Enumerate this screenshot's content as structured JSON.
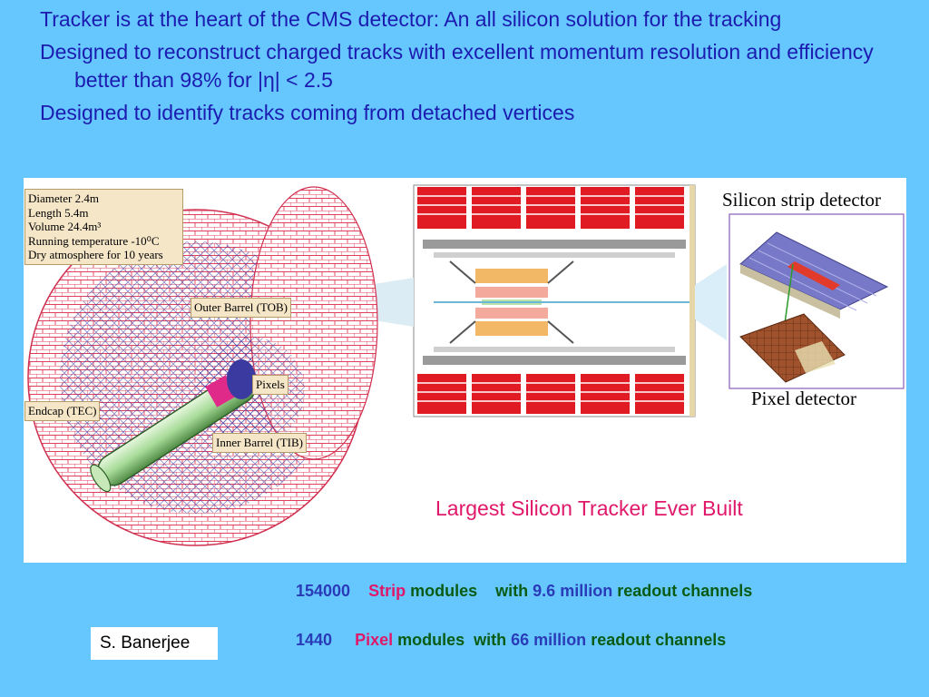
{
  "bullets": [
    "Tracker is at the heart of the CMS detector:  An all silicon solution for the tracking",
    "Designed to reconstruct charged tracks  with excellent momentum resolution and efficiency better than 98% for |η| < 2.5",
    "Designed to identify tracks coming from detached vertices"
  ],
  "figure": {
    "specs": [
      "Diameter 2.4m",
      "Length 5.4m",
      "Volume 24.4m³",
      "Running temperature -10⁰C",
      "Dry atmosphere for 10 years"
    ],
    "labels": {
      "outer_barrel": "Outer Barrel (TOB)",
      "pixels": "Pixels",
      "endcap": "Endcap (TEC)",
      "inner_barrel": "Inner Barrel (TIB)"
    },
    "strip_title": "Silicon strip detector",
    "pixel_title": "Pixel detector"
  },
  "callout": "Largest Silicon Tracker Ever Built",
  "stats": [
    {
      "count": "154000",
      "type": "Strip",
      "modules": "modules",
      "with": "with",
      "amount": "9.6 million",
      "readout": "readout  channels"
    },
    {
      "count": "1440",
      "type": "Pixel",
      "modules": "modules",
      "with": "with",
      "amount": "66 million",
      "readout": "readout channels"
    }
  ],
  "author": "S. Banerjee",
  "colors": {
    "background": "#66c7ff",
    "bullet_text": "#1b1bb0",
    "highlight": "#e0186a",
    "stat_green": "#0a5c14",
    "stat_blue": "#2a3bb8"
  }
}
